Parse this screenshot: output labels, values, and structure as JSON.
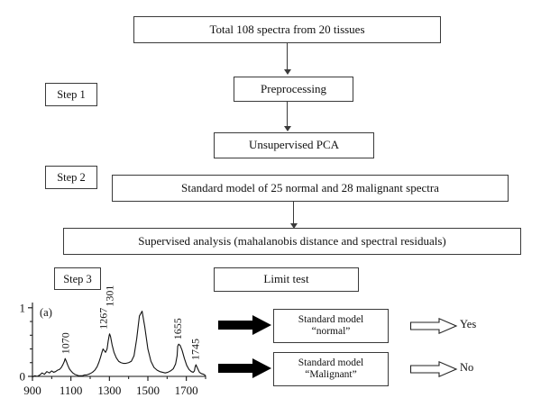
{
  "figure": {
    "title": "Flowchart of spectral classification workflow",
    "ink_color": "#111111",
    "line_color": "#3a3a3a"
  },
  "nodes": {
    "total_spectra": "Total 108 spectra from 20 tissues",
    "preprocessing": "Preprocessing",
    "unsupervised_pca": "Unsupervised PCA",
    "standard_model": "Standard model of 25 normal and 28 malignant spectra",
    "supervised_analysis": "Supervised analysis (mahalanobis distance and spectral residuals)",
    "limit_test": "Limit test",
    "model_normal_line1": "Standard model",
    "model_normal_line2": "“normal”",
    "model_malignant_line1": "Standard model",
    "model_malignant_line2": "“Malignant”"
  },
  "steps": {
    "step1": "Step 1",
    "step2": "Step 2",
    "step3": "Step 3"
  },
  "decisions": {
    "yes": "Yes",
    "no": "No"
  },
  "chart_data": {
    "type": "line",
    "title": "",
    "panel_letter": "(a)",
    "xlabel": "",
    "ylabel": "",
    "xlim": [
      900,
      1800
    ],
    "ylim": [
      -0.06,
      1.05
    ],
    "xticks_major": [
      900,
      1100,
      1300,
      1500,
      1700
    ],
    "xticks_minor": [
      1000,
      1200,
      1400,
      1600,
      1800
    ],
    "yticks_major": [
      0,
      1
    ],
    "yticks_minor": [
      0.2,
      0.4,
      0.6,
      0.8
    ],
    "grid": false,
    "legend": "none",
    "annotations": [
      {
        "label": "1070",
        "x": 1070,
        "y": 0.26
      },
      {
        "label": "1267",
        "x": 1267,
        "y": 0.62
      },
      {
        "label": "1301",
        "x": 1301,
        "y": 0.95
      },
      {
        "label": "1655",
        "x": 1655,
        "y": 0.47
      },
      {
        "label": "1745",
        "x": 1745,
        "y": 0.17
      }
    ],
    "x": [
      900,
      912,
      925,
      938,
      950,
      962,
      975,
      988,
      1000,
      1010,
      1020,
      1030,
      1040,
      1050,
      1058,
      1066,
      1070,
      1076,
      1084,
      1092,
      1100,
      1110,
      1120,
      1130,
      1140,
      1150,
      1160,
      1170,
      1180,
      1190,
      1200,
      1212,
      1224,
      1236,
      1246,
      1254,
      1260,
      1267,
      1272,
      1280,
      1288,
      1294,
      1299,
      1301,
      1306,
      1314,
      1324,
      1336,
      1348,
      1360,
      1372,
      1386,
      1400,
      1414,
      1428,
      1442,
      1456,
      1470,
      1484,
      1500,
      1516,
      1532,
      1548,
      1562,
      1576,
      1590,
      1604,
      1618,
      1632,
      1644,
      1652,
      1655,
      1660,
      1668,
      1678,
      1690,
      1702,
      1714,
      1726,
      1736,
      1742,
      1745,
      1750,
      1758,
      1768,
      1778,
      1790,
      1800
    ],
    "y": [
      -0.01,
      0.01,
      0.0,
      0.02,
      0.05,
      0.03,
      0.07,
      0.05,
      0.08,
      0.06,
      0.07,
      0.09,
      0.1,
      0.13,
      0.17,
      0.22,
      0.26,
      0.22,
      0.16,
      0.11,
      0.08,
      0.05,
      0.03,
      0.02,
      0.01,
      0.01,
      0.01,
      0.02,
      0.02,
      0.03,
      0.04,
      0.06,
      0.09,
      0.14,
      0.21,
      0.28,
      0.34,
      0.4,
      0.38,
      0.35,
      0.4,
      0.52,
      0.6,
      0.62,
      0.58,
      0.46,
      0.35,
      0.27,
      0.22,
      0.2,
      0.19,
      0.19,
      0.2,
      0.22,
      0.3,
      0.55,
      0.88,
      0.95,
      0.72,
      0.4,
      0.22,
      0.13,
      0.09,
      0.07,
      0.06,
      0.05,
      0.06,
      0.08,
      0.11,
      0.18,
      0.3,
      0.44,
      0.47,
      0.45,
      0.38,
      0.26,
      0.16,
      0.1,
      0.07,
      0.06,
      0.08,
      0.13,
      0.17,
      0.12,
      0.06,
      0.04,
      0.03,
      0.01,
      0.0
    ]
  }
}
